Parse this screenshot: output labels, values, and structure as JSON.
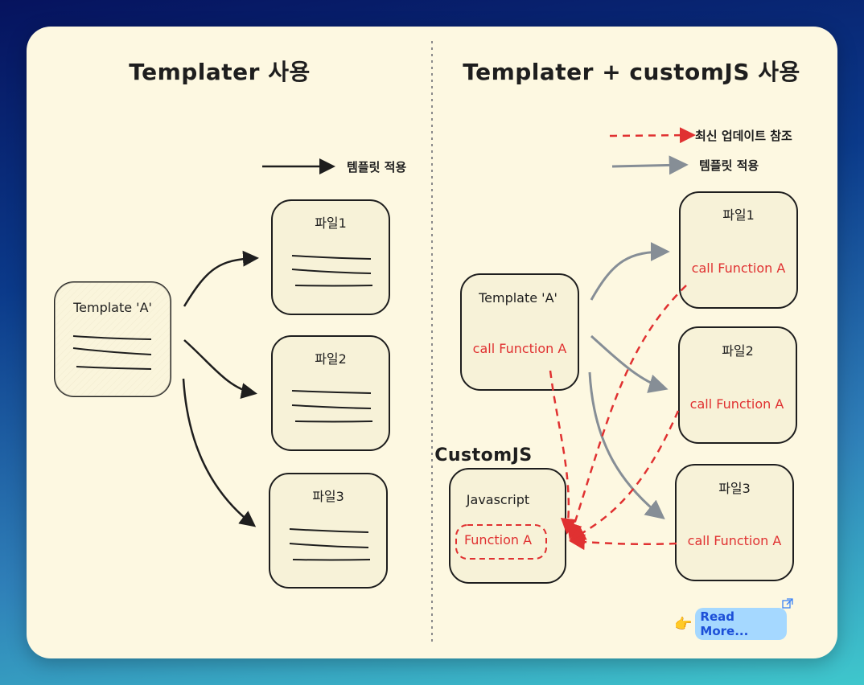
{
  "left": {
    "title": "Templater 사용",
    "legend_apply": "템플릿 적용",
    "template_box": "Template 'A'",
    "files": [
      "파일1",
      "파일2",
      "파일3"
    ]
  },
  "right": {
    "title": "Templater + customJS 사용",
    "legend_ref": "최신 업데이트 참조",
    "legend_apply": "템플릿 적용",
    "template_box": "Template 'A'",
    "template_call": "call Function A",
    "files": [
      "파일1",
      "파일2",
      "파일3"
    ],
    "file_call": "call Function A",
    "customjs_label": "CustomJS",
    "js_box": "Javascript",
    "js_function": "Function A"
  },
  "read_more": {
    "icon": "pointing-hand-icon",
    "label": "Read More..."
  },
  "colors": {
    "background_top": "#06135e",
    "background_bottom": "#3fc7cc",
    "card": "#fdf8e1",
    "red": "#e03131",
    "gray_arrow": "#868e96"
  }
}
